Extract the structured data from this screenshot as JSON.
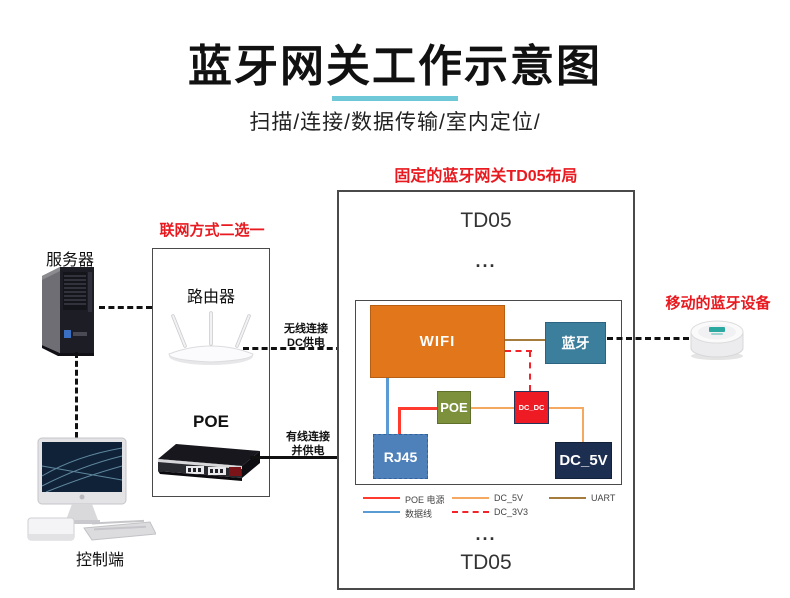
{
  "header": {
    "title": "蓝牙网关工作示意图",
    "subtitle": "扫描/连接/数据传输/室内定位/",
    "underline_color": "#6fc8d7"
  },
  "server": {
    "label": "服务器"
  },
  "control": {
    "label": "控制端"
  },
  "network_box": {
    "heading": "联网方式二选一",
    "router_label": "路由器",
    "poe_label": "POE"
  },
  "connections": {
    "wireless_line1": "无线连接",
    "wireless_line2": "DC供电",
    "wired_line1": "有线连接",
    "wired_line2": "并供电"
  },
  "gateway": {
    "heading": "固定的蓝牙网关TD05布局",
    "heading_color": "#e8191f",
    "device_label_top": "TD05",
    "dots_top": "...",
    "device_label_bottom": "TD05",
    "dots_bottom": "...",
    "modules": {
      "wifi": {
        "label": "WIFI",
        "color": "#e2761b"
      },
      "bluetooth": {
        "label": "蓝牙",
        "color": "#3b7f9c"
      },
      "poe": {
        "label": "POE",
        "color": "#7d913d"
      },
      "dcdc": {
        "label": "DC_DC",
        "color": "#ee1b24"
      },
      "rj45": {
        "label": "RJ45",
        "color": "#4e80ba"
      },
      "dc5v": {
        "label": "DC_5V",
        "color": "#1d2f50"
      }
    },
    "legend": [
      {
        "label": "POE 电源",
        "color": "#ff3b30",
        "style": "solid"
      },
      {
        "label": "DC_5V",
        "color": "#f5a860",
        "style": "solid"
      },
      {
        "label": "UART",
        "color": "#a67c3e",
        "style": "solid"
      },
      {
        "label": "数据线",
        "color": "#5b9bd5",
        "style": "solid"
      },
      {
        "label": "DC_3V3",
        "color": "#f3232a",
        "style": "dashed"
      }
    ]
  },
  "mobile": {
    "label": "移动的蓝牙设备"
  }
}
